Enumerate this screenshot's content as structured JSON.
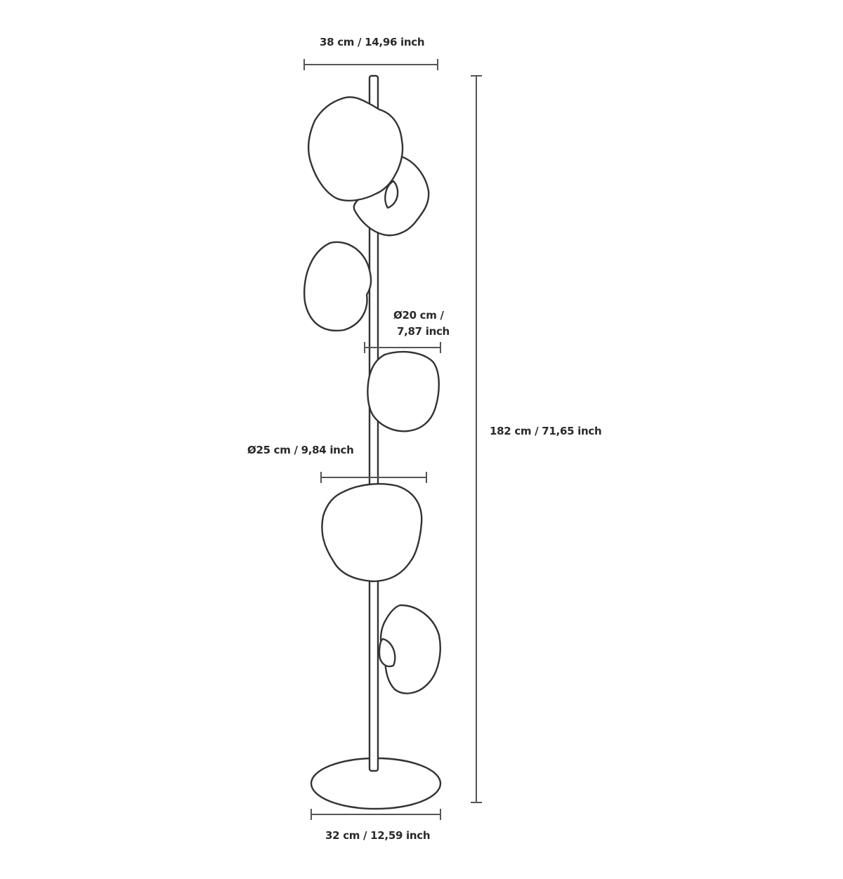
{
  "dimensions": {
    "top_width": "38 cm / 14,96 inch",
    "shade_small_diameter_line1": "Ø20 cm /",
    "shade_small_diameter_line2": "7,87 inch",
    "shade_large_diameter": "Ø25 cm / 9,84 inch",
    "height": "182 cm / 71,65 inch",
    "base_width": "32 cm / 12,59 inch"
  }
}
